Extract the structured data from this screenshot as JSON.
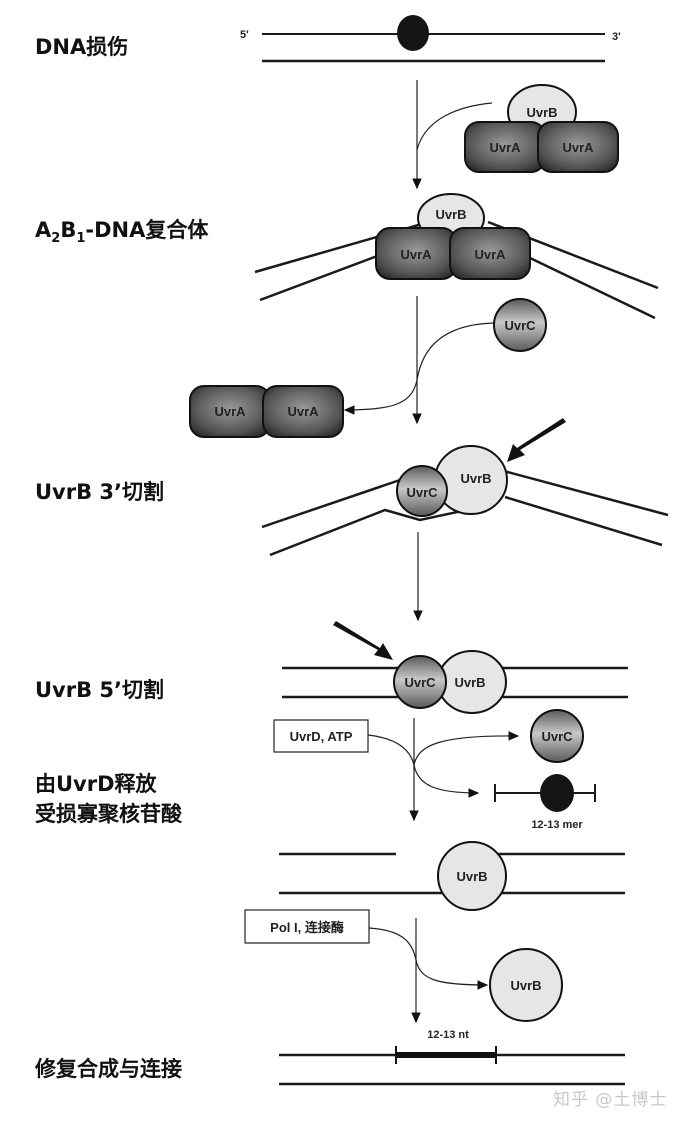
{
  "steps": [
    {
      "label": "DNA损伤"
    },
    {
      "label_main": "A",
      "sub1": "2",
      "label_b": "B",
      "sub2": "1",
      "label_rest": "-DNA复合体"
    },
    {
      "label": "UvrB 3’切割"
    },
    {
      "label": "UvrB 5’切割"
    },
    {
      "label_line1": "由UvrD释放",
      "label_line2": "受损寡聚核苷酸"
    },
    {
      "label": "修复合成与连接"
    }
  ],
  "strand_ends": {
    "five_prime": "5'",
    "three_prime": "3'"
  },
  "proteins": {
    "uvra": "UvrA",
    "uvrb": "UvrB",
    "uvrc": "UvrC"
  },
  "boxes": {
    "uvrd_atp": "UvrD, ATP",
    "pol_ligase": "Pol I, 连接酶"
  },
  "annotations": {
    "oligo_length": "12-13 mer",
    "repair_length": "12-13 nt"
  },
  "colors": {
    "uvra_fill": "#5a5a5a",
    "uvrb_fill": "#e6e6e6",
    "uvrc_fill": "#8a8a8a",
    "lesion": "#151515",
    "line": "#1a1a1a"
  },
  "watermark": "知乎 @土博士"
}
